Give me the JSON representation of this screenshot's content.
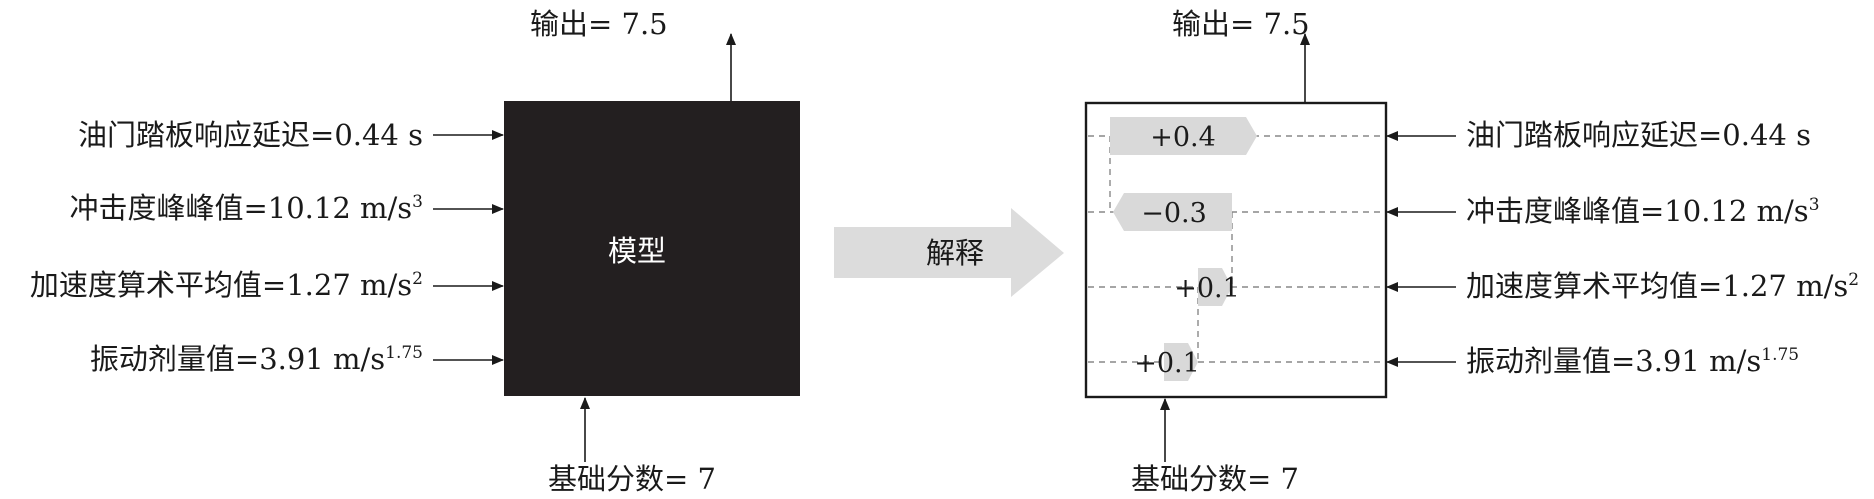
{
  "left": {
    "output_label": "输出= 7.5",
    "model_label": "模型",
    "base_label": "基础分数= 7",
    "features": [
      {
        "name": "油门踏板响应延迟=0.44 s",
        "sup": ""
      },
      {
        "name": "冲击度峰峰值=10.12 m/s",
        "sup": "3"
      },
      {
        "name": "加速度算术平均值=1.27 m/s",
        "sup": "2"
      },
      {
        "name": "振动剂量值=3.91 m/s",
        "sup": "1.75"
      }
    ]
  },
  "explain_label": "解释",
  "right": {
    "output_label": "输出= 7.5",
    "base_label": "基础分数= 7",
    "features": [
      {
        "name": "油门踏板响应延迟=0.44 s",
        "sup": ""
      },
      {
        "name": "冲击度峰峰值=10.12 m/s",
        "sup": "3"
      },
      {
        "name": "加速度算术平均值=1.27 m/s",
        "sup": "2"
      },
      {
        "name": "振动剂量值=3.91 m/s",
        "sup": "1.75"
      }
    ],
    "contributions": [
      "+0.4",
      "−0.3",
      "+0.1",
      "+0.1"
    ]
  },
  "colors": {
    "model_box": "#231f20",
    "bar": "#d9d9d9",
    "big_arrow": "#dcdcdc",
    "dash": "#888888"
  }
}
